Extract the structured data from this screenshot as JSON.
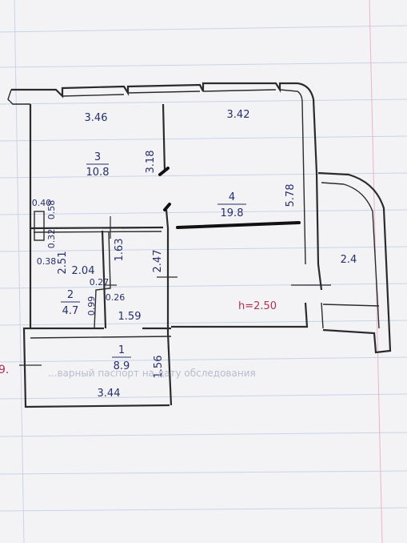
{
  "plan": {
    "rooms": [
      {
        "id": "room-1",
        "number": "1",
        "area": "8.9"
      },
      {
        "id": "room-2",
        "number": "2",
        "area": "4.7"
      },
      {
        "id": "room-3",
        "number": "3",
        "area": "10.8"
      },
      {
        "id": "room-4",
        "number": "4",
        "area": "19.8"
      }
    ],
    "balcony_area": "2.4",
    "ceiling_height": "h=2.50",
    "dimensions": {
      "room3_width": "3.46",
      "room4_width": "3.42",
      "room3_height": "3.18",
      "room4_height": "5.78",
      "room1_width": "3.44",
      "room1_height": "1.56",
      "bath_width": "2.04",
      "bath_height": "2.51",
      "corridor_a": "1.63",
      "corridor_b": "2.47",
      "corridor_c": "1.59",
      "d_0_40": "0.40",
      "d_0_58": "0.58",
      "d_0_32": "0.32",
      "d_0_38": "0.38",
      "d_0_27": "0.27",
      "d_0_26": "0.26",
      "d_0_99": "0.99"
    },
    "left_edge_label": "9.",
    "faint_text": "...варный паспорт на дату обследования"
  },
  "colors": {
    "ink": "#262f6b",
    "wall": "#2b2b2b",
    "height_label": "#b0304f",
    "paper": "#f3f3f5"
  }
}
